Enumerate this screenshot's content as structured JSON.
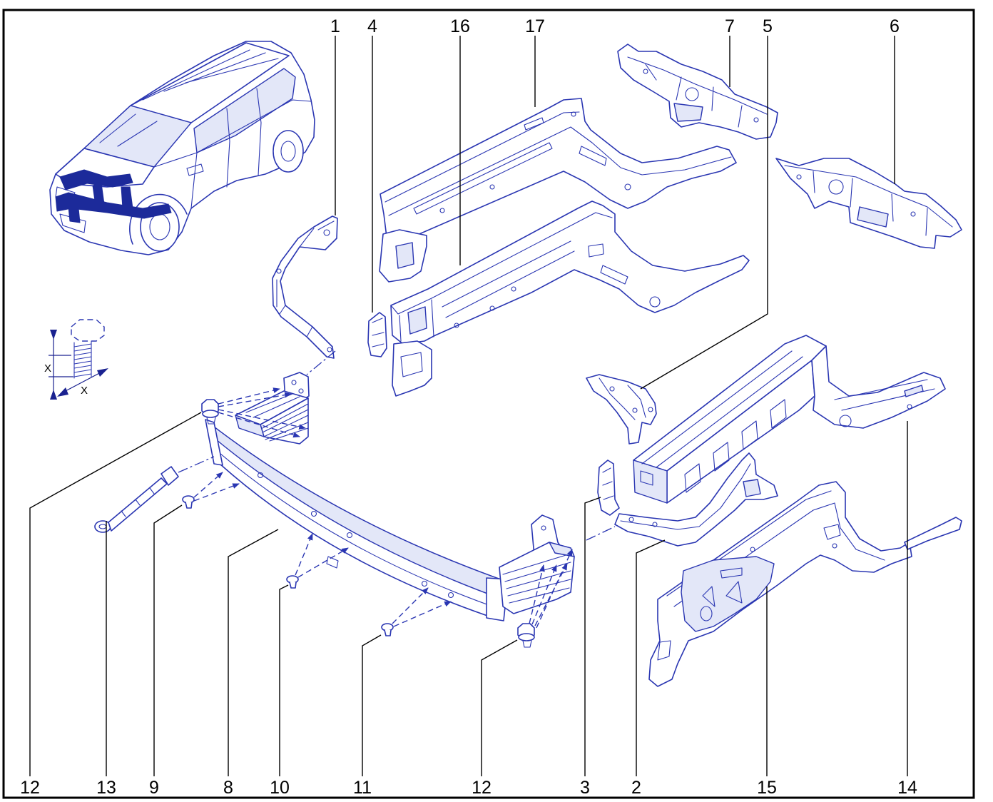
{
  "diagram": {
    "callouts_top": [
      "1",
      "4",
      "16",
      "17",
      "7",
      "5",
      "6"
    ],
    "callouts_bottom": [
      "12",
      "13",
      "9",
      "8",
      "10",
      "11",
      "12",
      "3",
      "2",
      "15",
      "14"
    ],
    "bolt_detail_dimension_labels": [
      "X",
      "X"
    ]
  },
  "colors": {
    "line": "#2a36b2",
    "highlight": "#1c2a9a",
    "frame": "#000000",
    "callout_text": "#000000",
    "background": "#ffffff"
  }
}
